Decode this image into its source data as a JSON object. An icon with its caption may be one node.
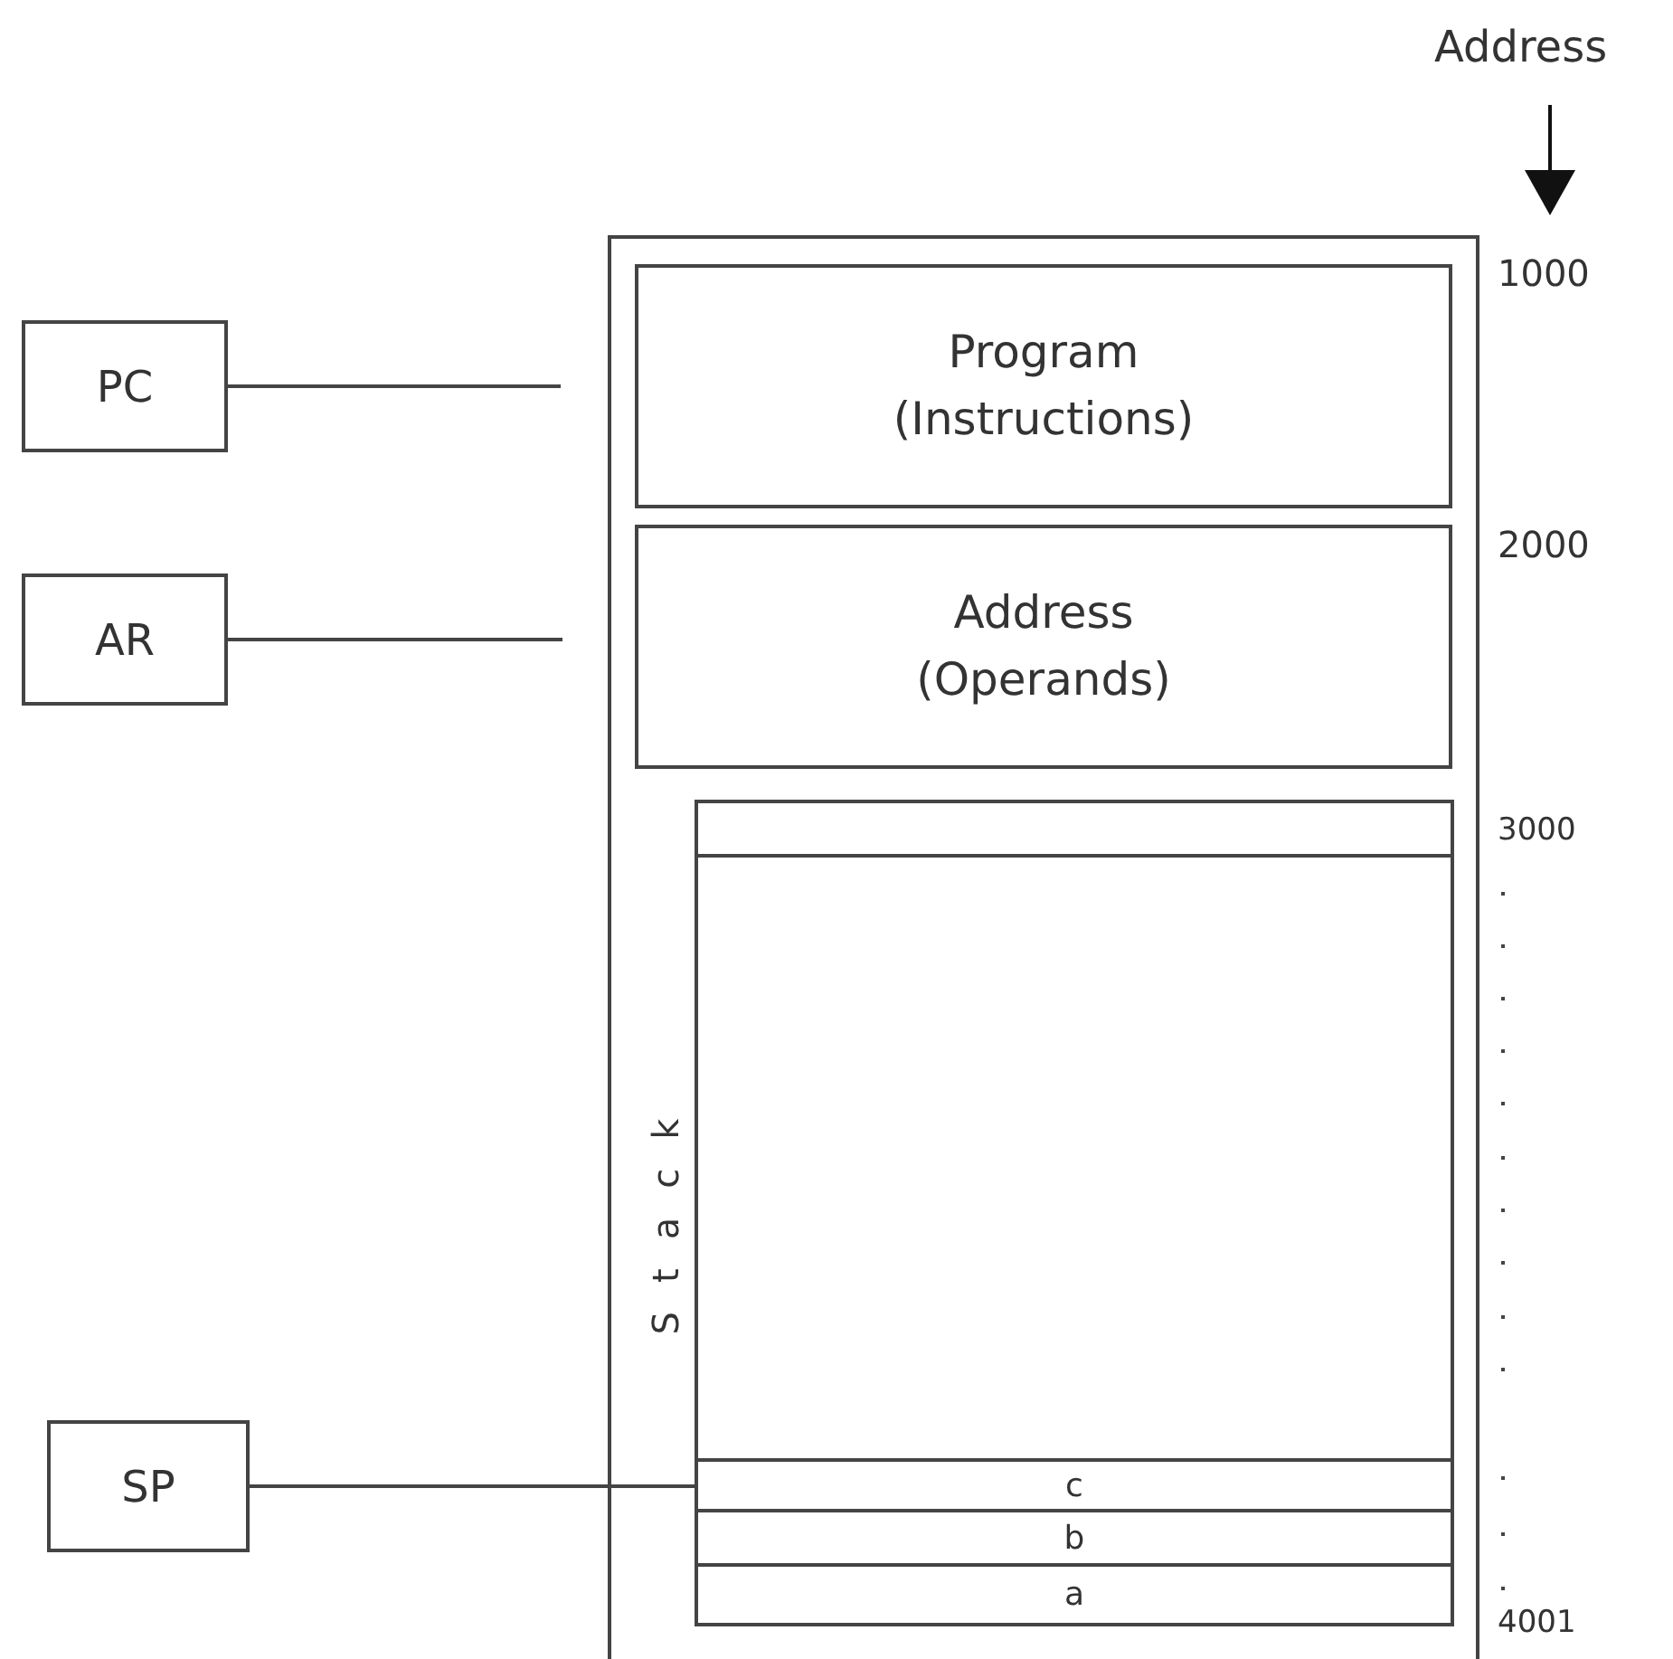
{
  "diagram": {
    "nodes": [
      {
        "text": [
          "PC"
        ]
      },
      {
        "text": [
          "AR"
        ]
      },
      {
        "text": [
          "SP"
        ]
      },
      {
        "text": [],
        "shape": "box"
      },
      {
        "text": [
          "Program (Instructions)"
        ],
        "in": 3
      },
      {
        "text": [
          "Address (Operands)"
        ],
        "in": 3
      },
      {
        "text": [
          "Stack"
        ],
        "in": 3
      },
      {
        "text": [],
        "shape": "box",
        "in": 6
      },
      {
        "text": [
          "c"
        ],
        "in": 6
      },
      {
        "text": [
          "b"
        ],
        "in": 6
      },
      {
        "text": [
          "a"
        ],
        "in": 6
      }
    ],
    "edges": [
      {
        "from": 0,
        "to": null,
        "arrow": "none"
      },
      {
        "from": 1,
        "to": null,
        "arrow": "none"
      },
      {
        "from": 2,
        "to": 8,
        "arrow": "none"
      }
    ],
    "labels": [
      "Address",
      "1000",
      "2000",
      "3000",
      "4001"
    ]
  }
}
